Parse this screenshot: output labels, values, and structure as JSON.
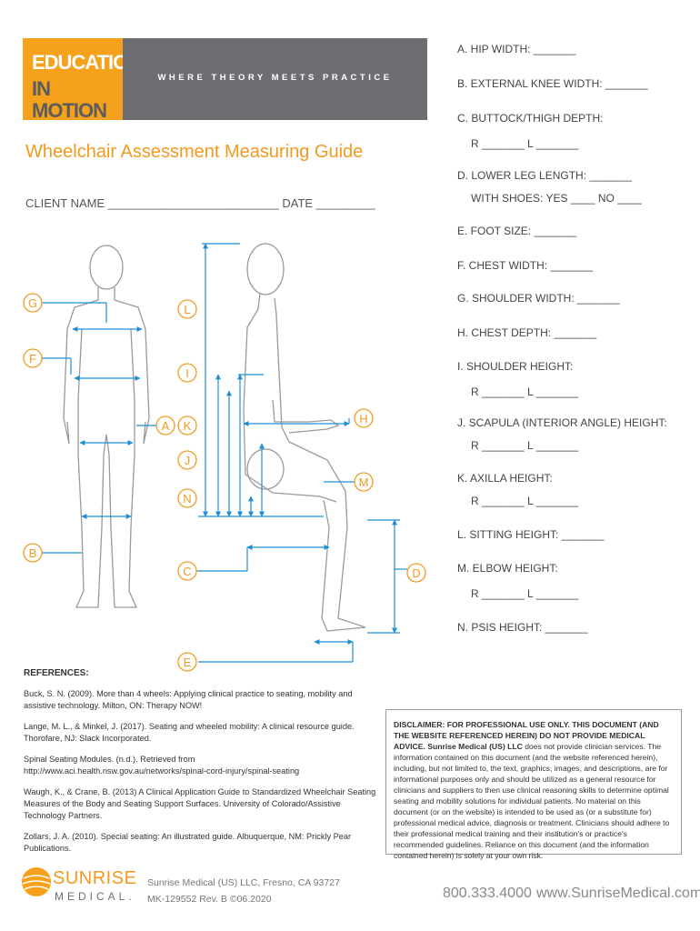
{
  "header": {
    "logo_line1": "EDUCATION",
    "logo_line2": "IN MOTION",
    "tagline": "WHERE THEORY MEETS PRACTICE"
  },
  "title": "Wheelchair Assessment Measuring Guide",
  "client_line": "CLIENT NAME __________________________  DATE _________",
  "measurements": [
    "A. HIP WIDTH: _______",
    "B. EXTERNAL KNEE WIDTH: _______",
    "C. BUTTOCK/THIGH DEPTH:",
    "R _______      L _______",
    "D. LOWER LEG LENGTH: _______",
    "WITH SHOES:  YES ____   NO ____",
    "E. FOOT SIZE: _______",
    "F. CHEST WIDTH: _______",
    "G. SHOULDER WIDTH: _______",
    "H. CHEST DEPTH: _______",
    "I.  SHOULDER HEIGHT:",
    "R _______      L _______",
    "J.  SCAPULA (INTERIOR ANGLE) HEIGHT:",
    "R _______      L _______",
    "K. AXILLA HEIGHT:",
    "R _______      L _______",
    "L. SITTING HEIGHT: _______",
    "M. ELBOW HEIGHT:",
    "R _______      L _______",
    "N. PSIS HEIGHT: _______"
  ],
  "diagram_labels": [
    "G",
    "F",
    "A",
    "B",
    "L",
    "I",
    "K",
    "J",
    "N",
    "C",
    "H",
    "M",
    "D",
    "E"
  ],
  "references": {
    "heading": "REFERENCES:",
    "items": [
      "Buck, S. N. (2009). More than 4 wheels: Applying clinical practice to seating, mobility and assistive technology. Milton, ON: Therapy NOW!",
      "Lange, M. L., & Minkel, J. (2017). Seating and wheeled mobility: A clinical resource guide. Thorofare, NJ: Slack Incorporated.",
      "Spinal Seating Modules. (n.d.). Retrieved from http://www.aci.health.nsw.gov.au/networks/spinal-cord-injury/spinal-seating",
      "Waugh, K., & Crane, B. (2013) A Clinical Application Guide to Standardized Wheelchair Seating Measures of the Body and Seating Support Surfaces. University of Colorado/Assistive Technology Partners.",
      "Zollars, J. A. (2010). Special seating: An illustrated guide. Albuquerque, NM: Prickly Pear Publications."
    ]
  },
  "disclaimer": {
    "bold": "DISCLAIMER: FOR PROFESSIONAL USE ONLY. THIS DOCUMENT (AND THE WEBSITE REFERENCED HEREIN) DO NOT PROVIDE MEDICAL ADVICE. Sunrise Medical (US) LLC",
    "body": "does not provide clinician services. The information contained on this document (and the website referenced herein), including, but not limited to, the text, graphics, images, and descriptions, are for informational purposes only and should be utilized as a general resource for clinicians and suppliers to then use clinical reasoning skills to determine optimal seating and mobility solutions for individual patients. No material on this document (or on the website) is intended to be used as (or a substitute for) professional medical advice, diagnosis or treatment. Clinicians should adhere to their professional medical training and their institution's or practice's recommended guidelines. Reliance on this document (and the information contained herein) is solely at your own risk."
  },
  "footer": {
    "brand_line1": "SUNRISE",
    "brand_line2": "MEDICAL.",
    "company": "Sunrise Medical (US) LLC, Fresno, CA 93727",
    "doc_id": "MK-129552  Rev. B   ©06.2020",
    "phone": "800.333.4000",
    "url": "www.SunriseMedical.com/EIM"
  },
  "colors": {
    "accent": "#f29a1f",
    "gray": "#6d6e71",
    "line": "#1e8fd6"
  }
}
